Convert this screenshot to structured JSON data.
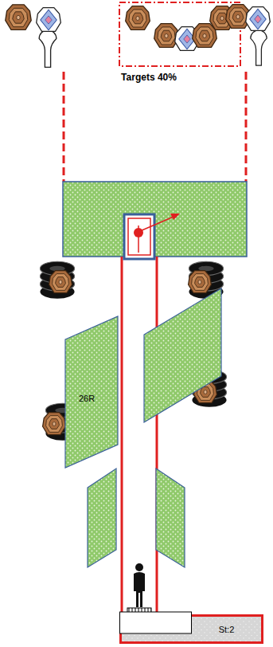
{
  "diagram": {
    "nodes": [
      {
        "text": [
          "26R"
        ]
      },
      {
        "text": [
          "St:2"
        ]
      }
    ],
    "labels": [
      "Targets 40%"
    ]
  }
}
